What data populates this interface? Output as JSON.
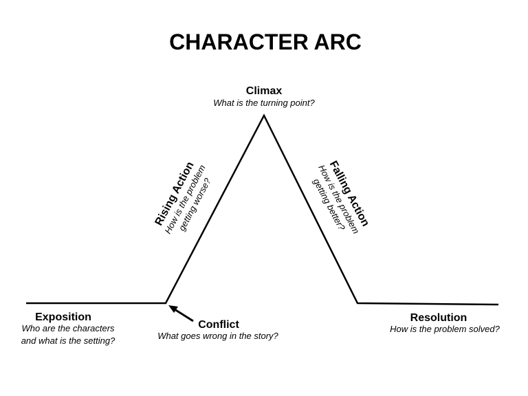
{
  "title": "CHARACTER ARC",
  "stages": {
    "climax": {
      "label": "Climax",
      "question": "What is the turning point?"
    },
    "rising_action": {
      "label": "Rising Action",
      "question_line1": "How is the problem",
      "question_line2": "getting worse?"
    },
    "falling_action": {
      "label": "Falling Action",
      "question_line1": "How is the problem",
      "question_line2": "getting better?"
    },
    "exposition": {
      "label": "Exposition",
      "question_line1": "Who are the characters",
      "question_line2": "and what is the setting?"
    },
    "conflict": {
      "label": "Conflict",
      "question": "What goes wrong in the story?"
    },
    "resolution": {
      "label": "Resolution",
      "question": "How is the problem solved?"
    }
  },
  "colors": {
    "line": "#000000",
    "text": "#000000",
    "background": "#ffffff"
  }
}
